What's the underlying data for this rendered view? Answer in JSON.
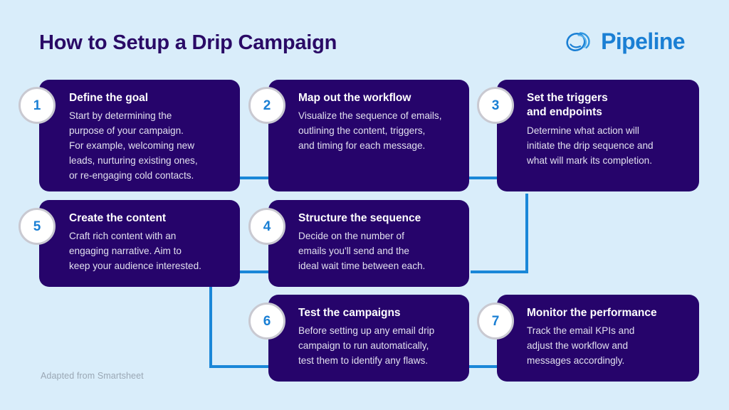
{
  "header": {
    "title": "How to Setup a Drip Campaign",
    "brand_name": "Pipeline",
    "brand_icon": "spiral-loop-icon"
  },
  "theme": {
    "background": "#d9edfa",
    "card_background": "#26046b",
    "title_color": "#2a0a66",
    "brand_color": "#1a7fd4",
    "connector_color": "#1a87d8",
    "badge_number_color": "#1a7fd4",
    "badge_ring_color": "#c9c9d1",
    "body_text_color": "#e2e0ef",
    "footer_color": "#9aa7b4"
  },
  "steps": [
    {
      "number": "1",
      "title": "Define the goal",
      "body": "Start by determining the\npurpose of your campaign.\nFor example, welcoming new\nleads, nurturing existing ones,\nor re-engaging cold contacts."
    },
    {
      "number": "2",
      "title": "Map out the workflow",
      "body": "Visualize the sequence of emails,\noutlining the content, triggers,\nand timing for each message."
    },
    {
      "number": "3",
      "title": "Set the triggers\nand endpoints",
      "body": "Determine what action will\ninitiate the drip sequence and\nwhat will mark its completion."
    },
    {
      "number": "4",
      "title": "Structure the sequence",
      "body": "Decide on the number of\nemails you'll send and the\nideal wait time between each."
    },
    {
      "number": "5",
      "title": "Create the content",
      "body": "Craft rich content with an\nengaging narrative. Aim to\nkeep your audience interested."
    },
    {
      "number": "6",
      "title": "Test the campaigns",
      "body": "Before setting up any email drip\ncampaign to run automatically,\ntest them to identify any flaws."
    },
    {
      "number": "7",
      "title": "Monitor the performance",
      "body": "Track the email KPIs and\nadjust the workflow and\nmessages accordingly."
    }
  ],
  "footer": {
    "credit": "Adapted from Smartsheet"
  }
}
